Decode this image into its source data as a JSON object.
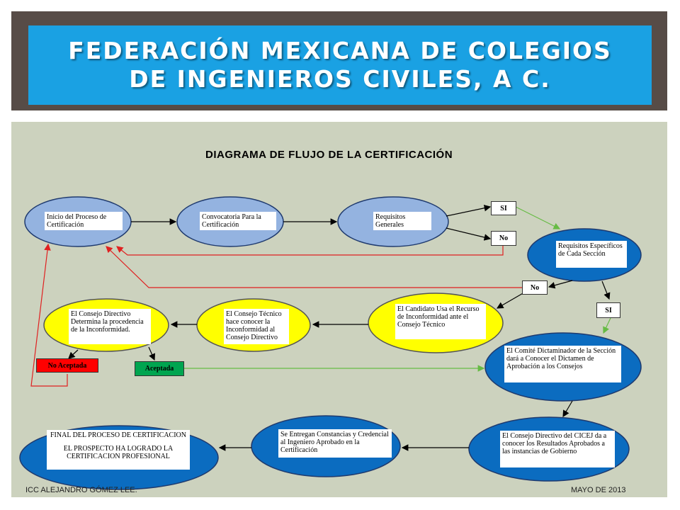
{
  "header": {
    "title_line1": "FEDERACIÓN MEXICANA DE COLEGIOS",
    "title_line2": "DE INGENIEROS CIVILES, A C."
  },
  "diagram": {
    "title": "DIAGRAMA DE FLUJO DE LA CERTIFICACIÓN",
    "nodes": {
      "inicio": "Inicio del Proceso de Certificación",
      "convocatoria": "Convocatoria Para la Certificación",
      "requisitos_generales": "Requisitos Generales",
      "requisitos_especificos": "Requisitos Específicos de Cada Sección",
      "candidato_recurso": "El Candidato Usa el Recurso de Inconformidad ante el Consejo Técnico",
      "consejo_tecnico": "El Consejo Técnico hace conocer la Inconformidad al Consejo Directivo",
      "consejo_directivo_determina": "El Consejo Directivo Determina la procedencia de la Inconformidad.",
      "comite_dictaminador": "El Comité Dictaminador de la Sección dará a Conocer el Dictamen de Aprobación a los Consejos",
      "consejo_directivo_cicej": "El Consejo Directivo del CICEJ da a conocer los Resultados Aprobados a las instancias de Gobierno",
      "constancias": "Se Entregan Constancias y Credencial al Ingeniero Aprobado en la Certificación",
      "final_line1": "FINAL DEL PROCESO DE CERTIFICACION",
      "final_line2": "EL PROSPECTO HA LOGRADO LA CERTIFICACION PROFESIONAL"
    },
    "tags": {
      "si_1": "SI",
      "no_1": "No",
      "no_2": "No",
      "si_2": "SI",
      "no_aceptada": "No Aceptada",
      "aceptada": "Aceptada"
    }
  },
  "footer": {
    "left": "ICC ALEJANDRO GÓMEZ LEE.",
    "right": "MAYO DE 2013"
  },
  "colors": {
    "header_frame": "#574c47",
    "header_box": "#1aa1e3",
    "panel": "#ccd2be",
    "ellipse_light_blue": "#94b3e0",
    "ellipse_yellow": "#ffff00",
    "ellipse_dark_blue": "#0b6cc0",
    "tag_red": "#ff0000",
    "tag_green": "#00a550",
    "arrow_red": "#e02020",
    "arrow_green": "#66bb44"
  }
}
